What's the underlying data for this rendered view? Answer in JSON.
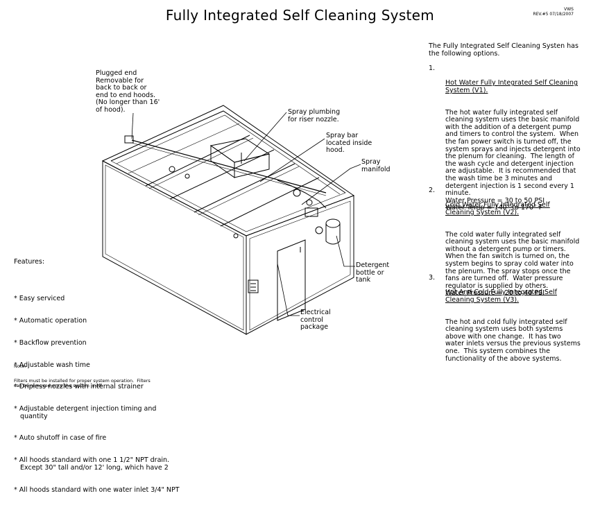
{
  "header": {
    "title": "Fully Integrated Self Cleaning System",
    "rev_initials": "VWS",
    "rev_label": "REV.#5  07/18/2007"
  },
  "callouts": {
    "plugged_end": "Plugged end\nRemovable for\nback to back or\nend to end hoods.\n(No longer than 16'\nof hood).",
    "spray_plumbing": "Spray plumbing\nfor riser nozzle.",
    "spray_bar": "Spray bar\nlocated inside\nhood.",
    "spray_manifold": "Spray\nmanifold",
    "detergent": "Detergent\nbottle or\ntank",
    "electrical": "Electrical\ncontrol\npackage"
  },
  "features": {
    "heading": "Features:",
    "items": [
      "* Easy serviced",
      "* Automatic operation",
      "* Backflow prevention",
      "* Adjustable wash time",
      "* Dripless nozzles with internal strainer",
      "* Adjustable detergent injection timing and\n   quantity",
      "* Auto shutoff in case of fire",
      "* All hoods standard with one 1 1/2\" NPT drain.\n   Except 30\" tall and/or 12' long, which have 2",
      "* All hoods standard with one water inlet 3/4\" NPT"
    ]
  },
  "note": {
    "label": "Note:",
    "text": "Filters must be installed for proper system operation.  Filters\ncan be removed once the system is off."
  },
  "intro": "The Fully Integrated Self Cleaning Systen has\nthe following options.",
  "options": [
    {
      "num": "1.",
      "title": "Hot Water Fully Integrated Self Cleaning\nSystem (V1).",
      "body": "The hot water fully integrated self\ncleaning system uses the basic manifold\nwith the addition of a detergent pump\nand timers to control the system.  When\nthe fan power switch is turned off, the\nsystem sprays and injects detergent into\nthe plenum for cleaning.  The length of\nthe wash cycle and detergent injection\nare adjustable.  It is recommended that\nthe wash time be 3 minutes and\ndetergent injection is 1 second every 1\nminute.\nWater Pressure = 30 to 50 PSI\nWater Temp = 140° to 170° F"
    },
    {
      "num": "2.",
      "title": "Cold Water Fully Integrated Self\nCleaning System (V2).",
      "body": "The cold water fully integrated self\ncleaning system uses the basic manifold\nwithout a detergent pump or timers.\nWhen the fan switch is turned on, the\nsystem begins to spray cold water into\nthe plenum. The spray stops once the\nfans are turned off.  Water pressure\nregulator is supplied by others.\nWater Pressure = 20 to 40 PSI"
    },
    {
      "num": "3.",
      "title": "Hot And Cold Fully Integrated Self\nCleaning System (V3).",
      "body": "The hot and cold fully integrated self\ncleaning system uses both systems\nabove with one change.  It has two\nwater inlets versus the previous systems\none.  This system combines the\nfunctionality of the above systems."
    }
  ]
}
